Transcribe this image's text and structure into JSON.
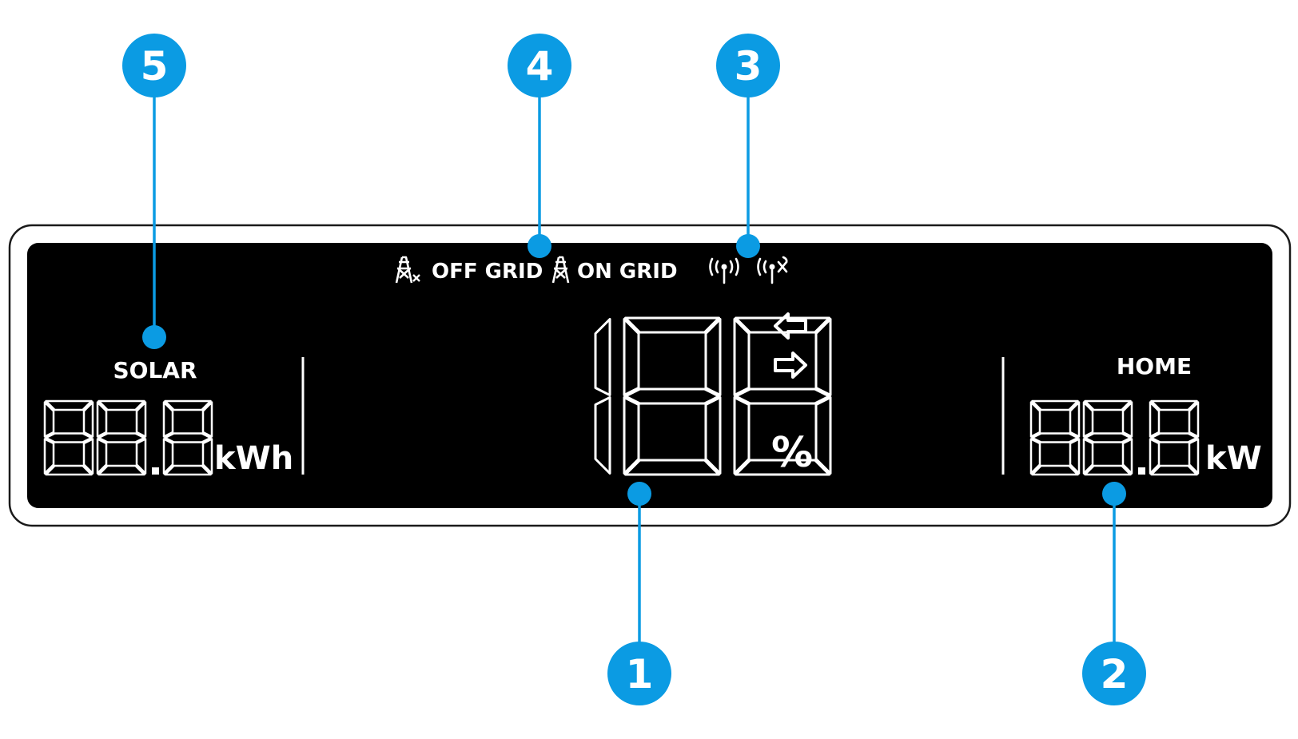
{
  "colors": {
    "callout": "#0b9be3",
    "screen": "#000000",
    "bezel_stroke": "#1a1a1a",
    "segment": "#ffffff"
  },
  "callouts": [
    {
      "number": "1",
      "target": "battery-percent-display"
    },
    {
      "number": "2",
      "target": "home-power-display"
    },
    {
      "number": "3",
      "target": "wifi-status-icons"
    },
    {
      "number": "4",
      "target": "grid-status-indicators"
    },
    {
      "number": "5",
      "target": "solar-energy-display"
    }
  ],
  "display": {
    "grid": {
      "off_label": "OFF GRID",
      "on_label": "ON GRID",
      "off_icon": "tower-off-icon",
      "on_icon": "tower-icon"
    },
    "wifi": {
      "connected_icon": "wifi-signal-icon",
      "disconnected_icon": "wifi-off-icon"
    },
    "solar": {
      "label": "SOLAR",
      "value": "88.8",
      "unit": "kWh"
    },
    "battery": {
      "value": "188",
      "unit": "%",
      "arrow_icons": [
        "arrow-left-icon",
        "arrow-right-icon"
      ]
    },
    "home": {
      "label": "HOME",
      "value": "88.8",
      "unit": "kW"
    }
  }
}
